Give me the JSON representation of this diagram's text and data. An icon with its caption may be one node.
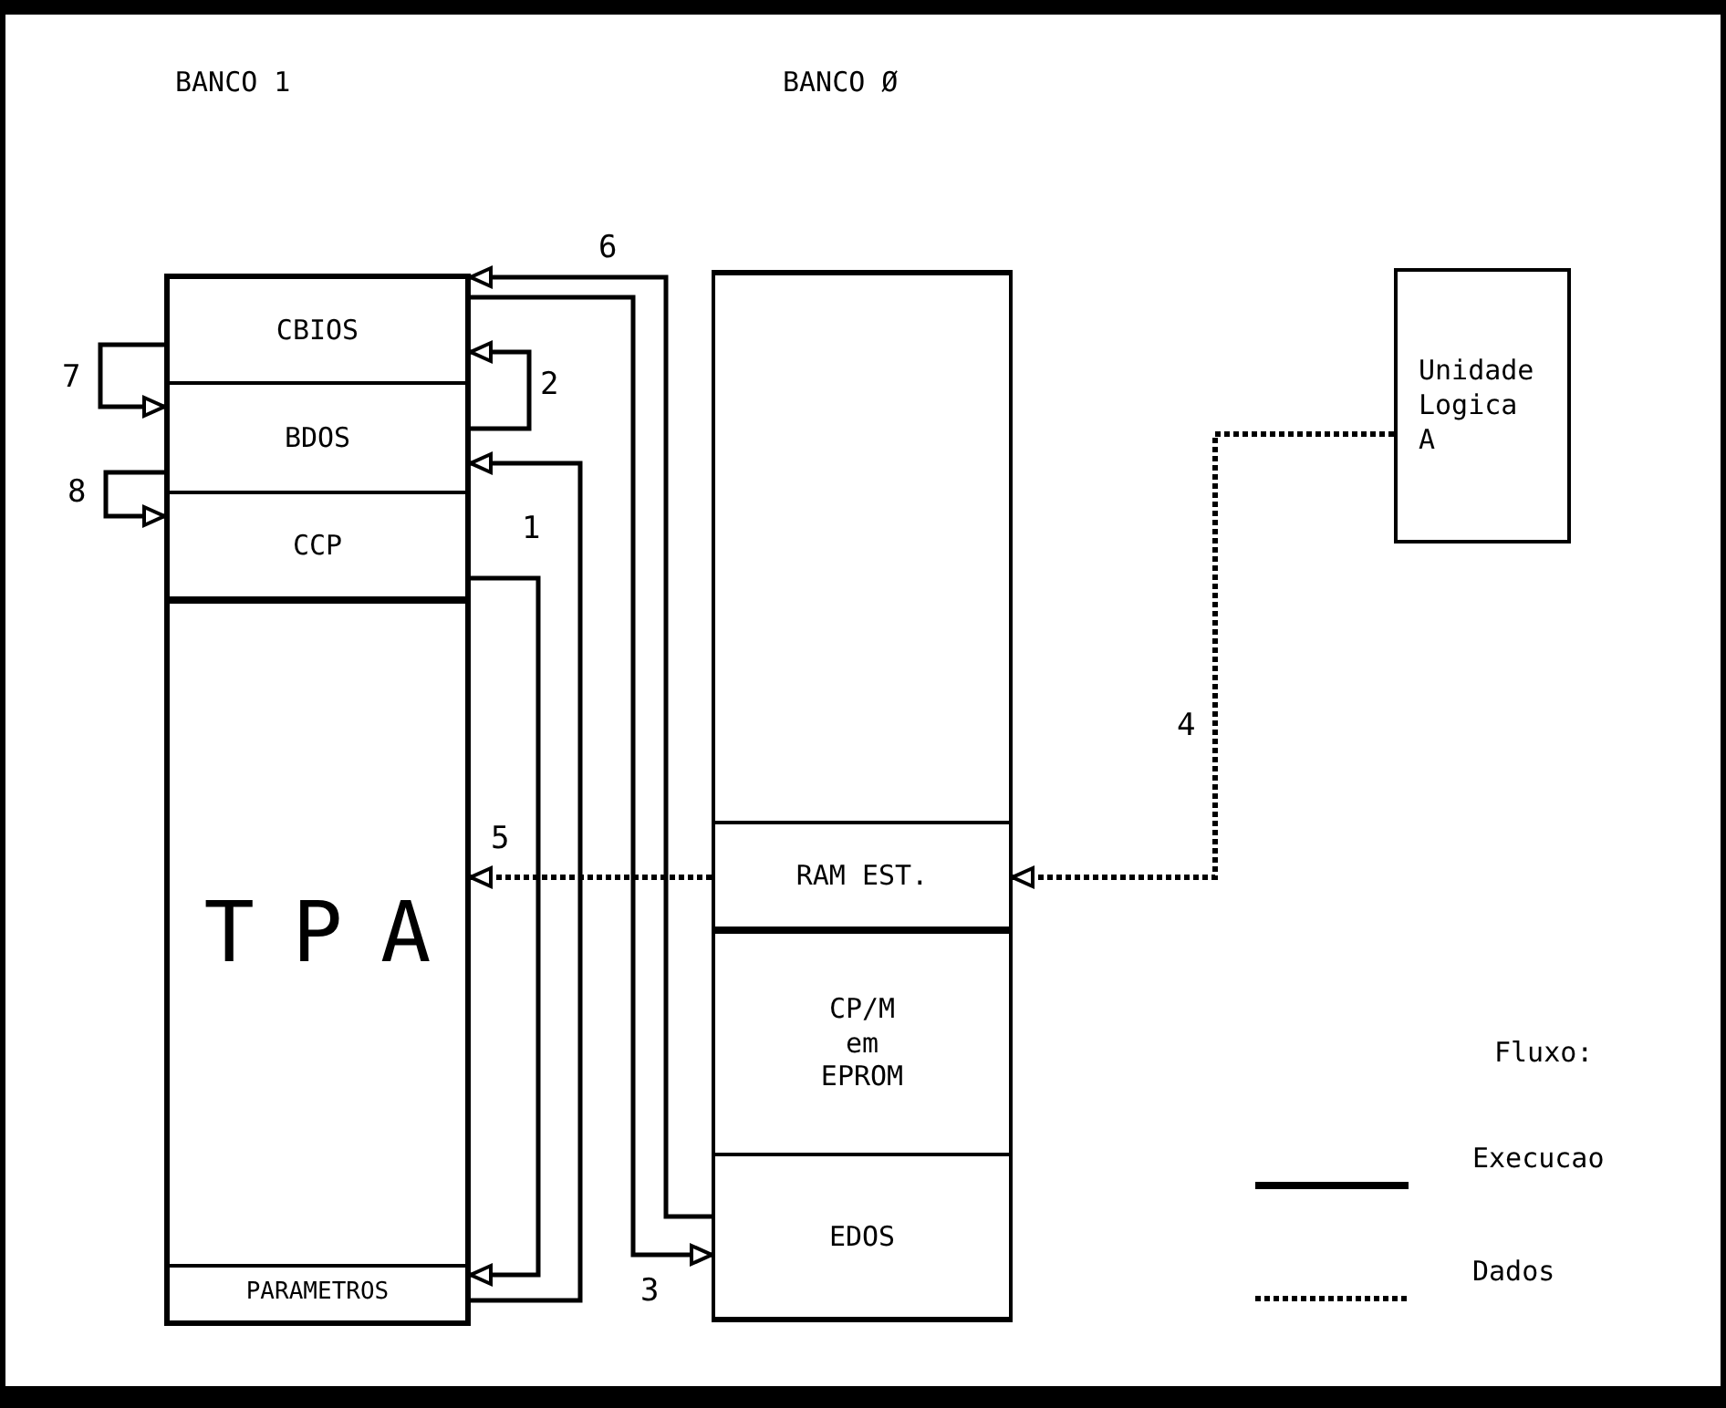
{
  "diagram": {
    "nodes": [
      {
        "text": [
          "CBIOS"
        ]
      },
      {
        "text": [
          "BDOS"
        ]
      },
      {
        "text": [
          "CCP"
        ]
      },
      {
        "text": [
          "TPA"
        ]
      },
      {
        "text": [
          "PARAMETROS"
        ]
      },
      {
        "text": [],
        "shape": "box"
      },
      {
        "text": [
          "RAM EST."
        ]
      },
      {
        "text": [
          "CP/M em EPROM"
        ]
      },
      {
        "text": [
          "EDOS"
        ]
      },
      {
        "text": [
          "Unidade Logica A"
        ]
      }
    ],
    "edges": [
      {
        "from": 8,
        "to": 0,
        "arrow": "to",
        "label": "6"
      },
      {
        "from": 1,
        "to": 0,
        "arrow": "to",
        "label": "2"
      },
      {
        "from": 4,
        "to": 1,
        "arrow": "to",
        "label": "1"
      },
      {
        "from": 0,
        "to": 8,
        "arrow": "to",
        "label": "3"
      },
      {
        "from": 0,
        "to": 1,
        "arrow": "to",
        "label": "7"
      },
      {
        "from": 1,
        "to": 2,
        "arrow": "to",
        "label": "8"
      },
      {
        "from": 2,
        "to": 4,
        "arrow": "to"
      },
      {
        "from": 6,
        "to": 3,
        "arrow": "to",
        "label": "5",
        "style": "dashed"
      },
      {
        "from": 9,
        "to": 6,
        "arrow": "to",
        "label": "4",
        "style": "dashed"
      }
    ],
    "labels": [
      "BANCO 1",
      "BANCO Ø",
      "Fluxo:"
    ],
    "legend": [
      {
        "text": "Execucao"
      },
      {
        "text": "Dados"
      }
    ]
  }
}
